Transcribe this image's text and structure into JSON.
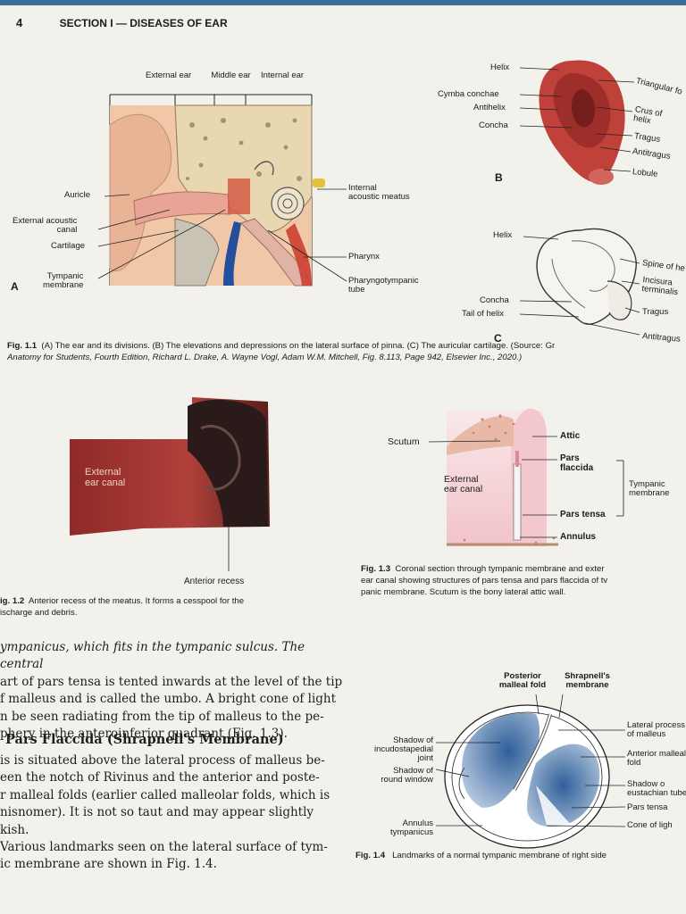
{
  "header": {
    "page_number": "4",
    "section": "SECTION I — DISEASES OF EAR"
  },
  "fig11a": {
    "labels": {
      "external_ear": "External\near",
      "middle_ear": "Middle\near",
      "internal_ear": "Internal\near",
      "auricle": "Auricle",
      "external_acoustic_canal": "External acoustic\ncanal",
      "cartilage": "Cartilage",
      "tympanic_membrane": "Tympanic\nmembrane",
      "internal_acoustic_meatus": "Internal\nacoustic meatus",
      "pharynx": "Pharynx",
      "pharyngotympanic_tube": "Pharyngotympanic\ntube"
    },
    "letter": "A"
  },
  "fig11b": {
    "labels": {
      "helix": "Helix",
      "cymba_conchae": "Cymba conchae",
      "antihelix": "Antihelix",
      "concha": "Concha",
      "triangular": "Triangular fo",
      "crus_of_helix": "Crus of\nhelix",
      "tragus": "Tragus",
      "antitragus": "Antitragus",
      "lobule": "Lobule"
    },
    "letter": "B"
  },
  "fig11c": {
    "labels": {
      "helix": "Helix",
      "spine": "Spine of he",
      "incisura": "Incisura\nterminalis",
      "tragus": "Tragus",
      "concha": "Concha",
      "tail_of_helix": "Tail of helix",
      "antitragus": "Antitragus"
    },
    "letter": "C"
  },
  "fig11_caption": {
    "label": "Fig. 1.1",
    "text": "(A) The ear and its divisions. (B) The elevations and depressions on the lateral surface of pinna. (C) The auricular cartilage. (Source: Gr",
    "source_line": "Anatomy for Students, Fourth Edition, Richard L. Drake, A. Wayne Vogl, Adam W.M. Mitchell, Fig. 8.113, Page 942, Elsevier Inc., 2020.)"
  },
  "fig12": {
    "image_label": "External\near canal",
    "anterior_recess": "Anterior recess",
    "caption_label": "ig. 1.2",
    "caption_text": "Anterior recess of the meatus. It forms a cesspool for the",
    "caption_line2": "ischarge and debris."
  },
  "fig13": {
    "labels": {
      "scutum": "Scutum",
      "attic": "Attic",
      "pars_flaccida": "Pars\nflaccida",
      "external_ear_canal": "External\near canal",
      "tympanic_membrane": "Tympanic\nmembrane",
      "pars_tensa": "Pars tensa",
      "annulus": "Annulus"
    },
    "caption_label": "Fig. 1.3",
    "caption_lines": [
      "Coronal section through tympanic membrane and exter",
      "ear canal showing structures of pars tensa and pars flaccida of tv",
      "panic membrane. Scutum is the bony lateral attic wall."
    ]
  },
  "body": {
    "para1": [
      "ympanicus, which fits in the tympanic sulcus. The central",
      "art of pars tensa is tented inwards at the level of the tip",
      "f malleus and is called the umbo. A bright cone of light",
      "n be seen radiating from the tip of malleus to the pe-",
      "phery in the anteroinferior quadrant (Fig. 1.3)."
    ],
    "subheading": "Pars Flaccida (Shrapnell's Membrane)",
    "para2": [
      "is is situated above the lateral process of malleus be-",
      "een the notch of Rivinus and the anterior and poste-",
      "r malleal folds (earlier called malleolar folds, which is",
      "nisnomer). It is not so taut and may appear slightly",
      "kish.",
      "Various landmarks seen on the lateral surface of tym-",
      "ic membrane are shown in Fig. 1.4."
    ]
  },
  "fig14": {
    "labels": {
      "posterior_malleal_fold": "Posterior\nmalleal fold",
      "shrapnells_membrane": "Shrapnell's\nmembrane",
      "lateral_process": "Lateral process\nof malleus",
      "shadow_incudostapedial": "Shadow of\nincudostapedial\njoint",
      "shadow_round_window": "Shadow of\nround window",
      "anterior_malleal_fold": "Anterior malleal\nfold",
      "shadow_eustachian": "Shadow o\neustachian tube",
      "pars_tensa": "Pars tensa",
      "cone_of_light": "Cone of ligh",
      "annulus_tympanicus": "Annulus\ntympanicus"
    },
    "caption_label": "Fig. 1.4",
    "caption_text": "Landmarks of a normal tympanic membrane of right side"
  },
  "colors": {
    "ear_red": "#c0403a",
    "canal_red": "#a6312c",
    "blue": "#3d6fa6",
    "bone": "#e8d7b0"
  }
}
